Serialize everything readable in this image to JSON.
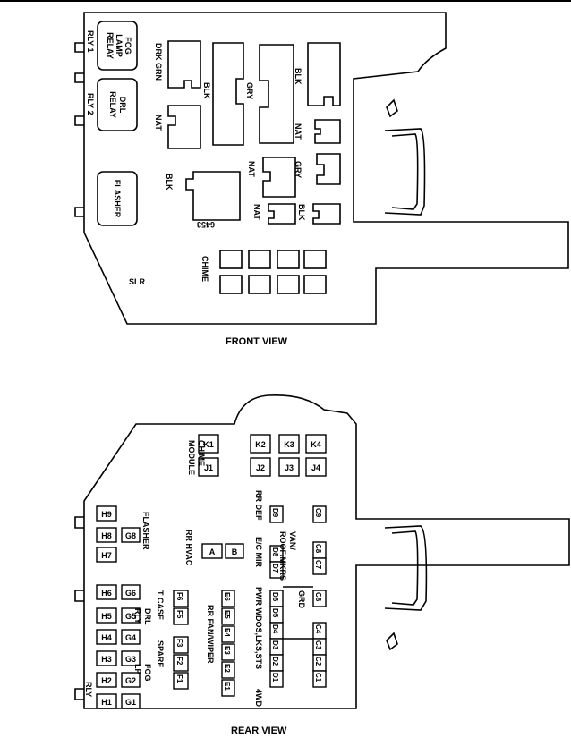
{
  "front": {
    "caption": "FRONT VIEW",
    "fog_lamp_relay": [
      "FOG",
      "LAMP",
      "RELAY"
    ],
    "rly1": "RLY 1",
    "drl_relay": [
      "DRL",
      "RELAY"
    ],
    "rly2": "RLY 2",
    "flasher": "FLASHER",
    "slr": "SLR",
    "chime": "CHIME",
    "part_no": "6453",
    "connectors": {
      "drk_grn": "DRK GRN",
      "blk_a": "BLK",
      "nat_a": "NAT",
      "gry_a": "GRY",
      "blk_b": "BLK",
      "nat_b": "NAT",
      "nat_c": "NAT",
      "gry_b": "GRY",
      "blk_c": "BLK",
      "nat_d": "NAT",
      "blk_d": "BLK"
    }
  },
  "rear": {
    "caption": "REAR VIEW",
    "chime_module": [
      "CHIME",
      "MODULE"
    ],
    "k": [
      "K1",
      "K2",
      "K3",
      "K4"
    ],
    "j": [
      "J1",
      "J2",
      "J3",
      "J4"
    ],
    "h": [
      "H9",
      "H8",
      "H7",
      "H6",
      "H5",
      "H4",
      "H3",
      "H2",
      "H1"
    ],
    "g": [
      "G8",
      "G6",
      "G5",
      "G4",
      "G3",
      "G2",
      "G1"
    ],
    "flasher": "FLASHER",
    "drl_rly": [
      "DRL",
      "RLY"
    ],
    "fog_lp": [
      "FOG",
      "LP"
    ],
    "rly": "RLY",
    "rr_hvac": "RR HVAC",
    "a": "A",
    "b": "B",
    "t_case": "T CASE",
    "f": [
      "F6",
      "F5",
      "F3",
      "F2",
      "F1"
    ],
    "spare": "SPARE",
    "rr_fan_wiper": "RR FAN/WIPER",
    "e": [
      "E6",
      "E5",
      "E4",
      "E3",
      "E2",
      "E1"
    ],
    "rr_def": "RR DEF",
    "d9": "D9",
    "ec_mir": "E/C MIR",
    "d8": "D8",
    "d7": "D7",
    "pwr_wdos": "PWR WDOS,LKS,STS",
    "d": [
      "D6",
      "D5",
      "D4",
      "D3",
      "D2",
      "D1"
    ],
    "four_wd": "4WD",
    "c9": "C9",
    "van_roof": [
      "VAN/",
      "ROOF/MKRS"
    ],
    "c8": "C8",
    "c7": "C7",
    "grd": "GRD",
    "c": [
      "C4",
      "C3",
      "C2",
      "C1"
    ]
  }
}
